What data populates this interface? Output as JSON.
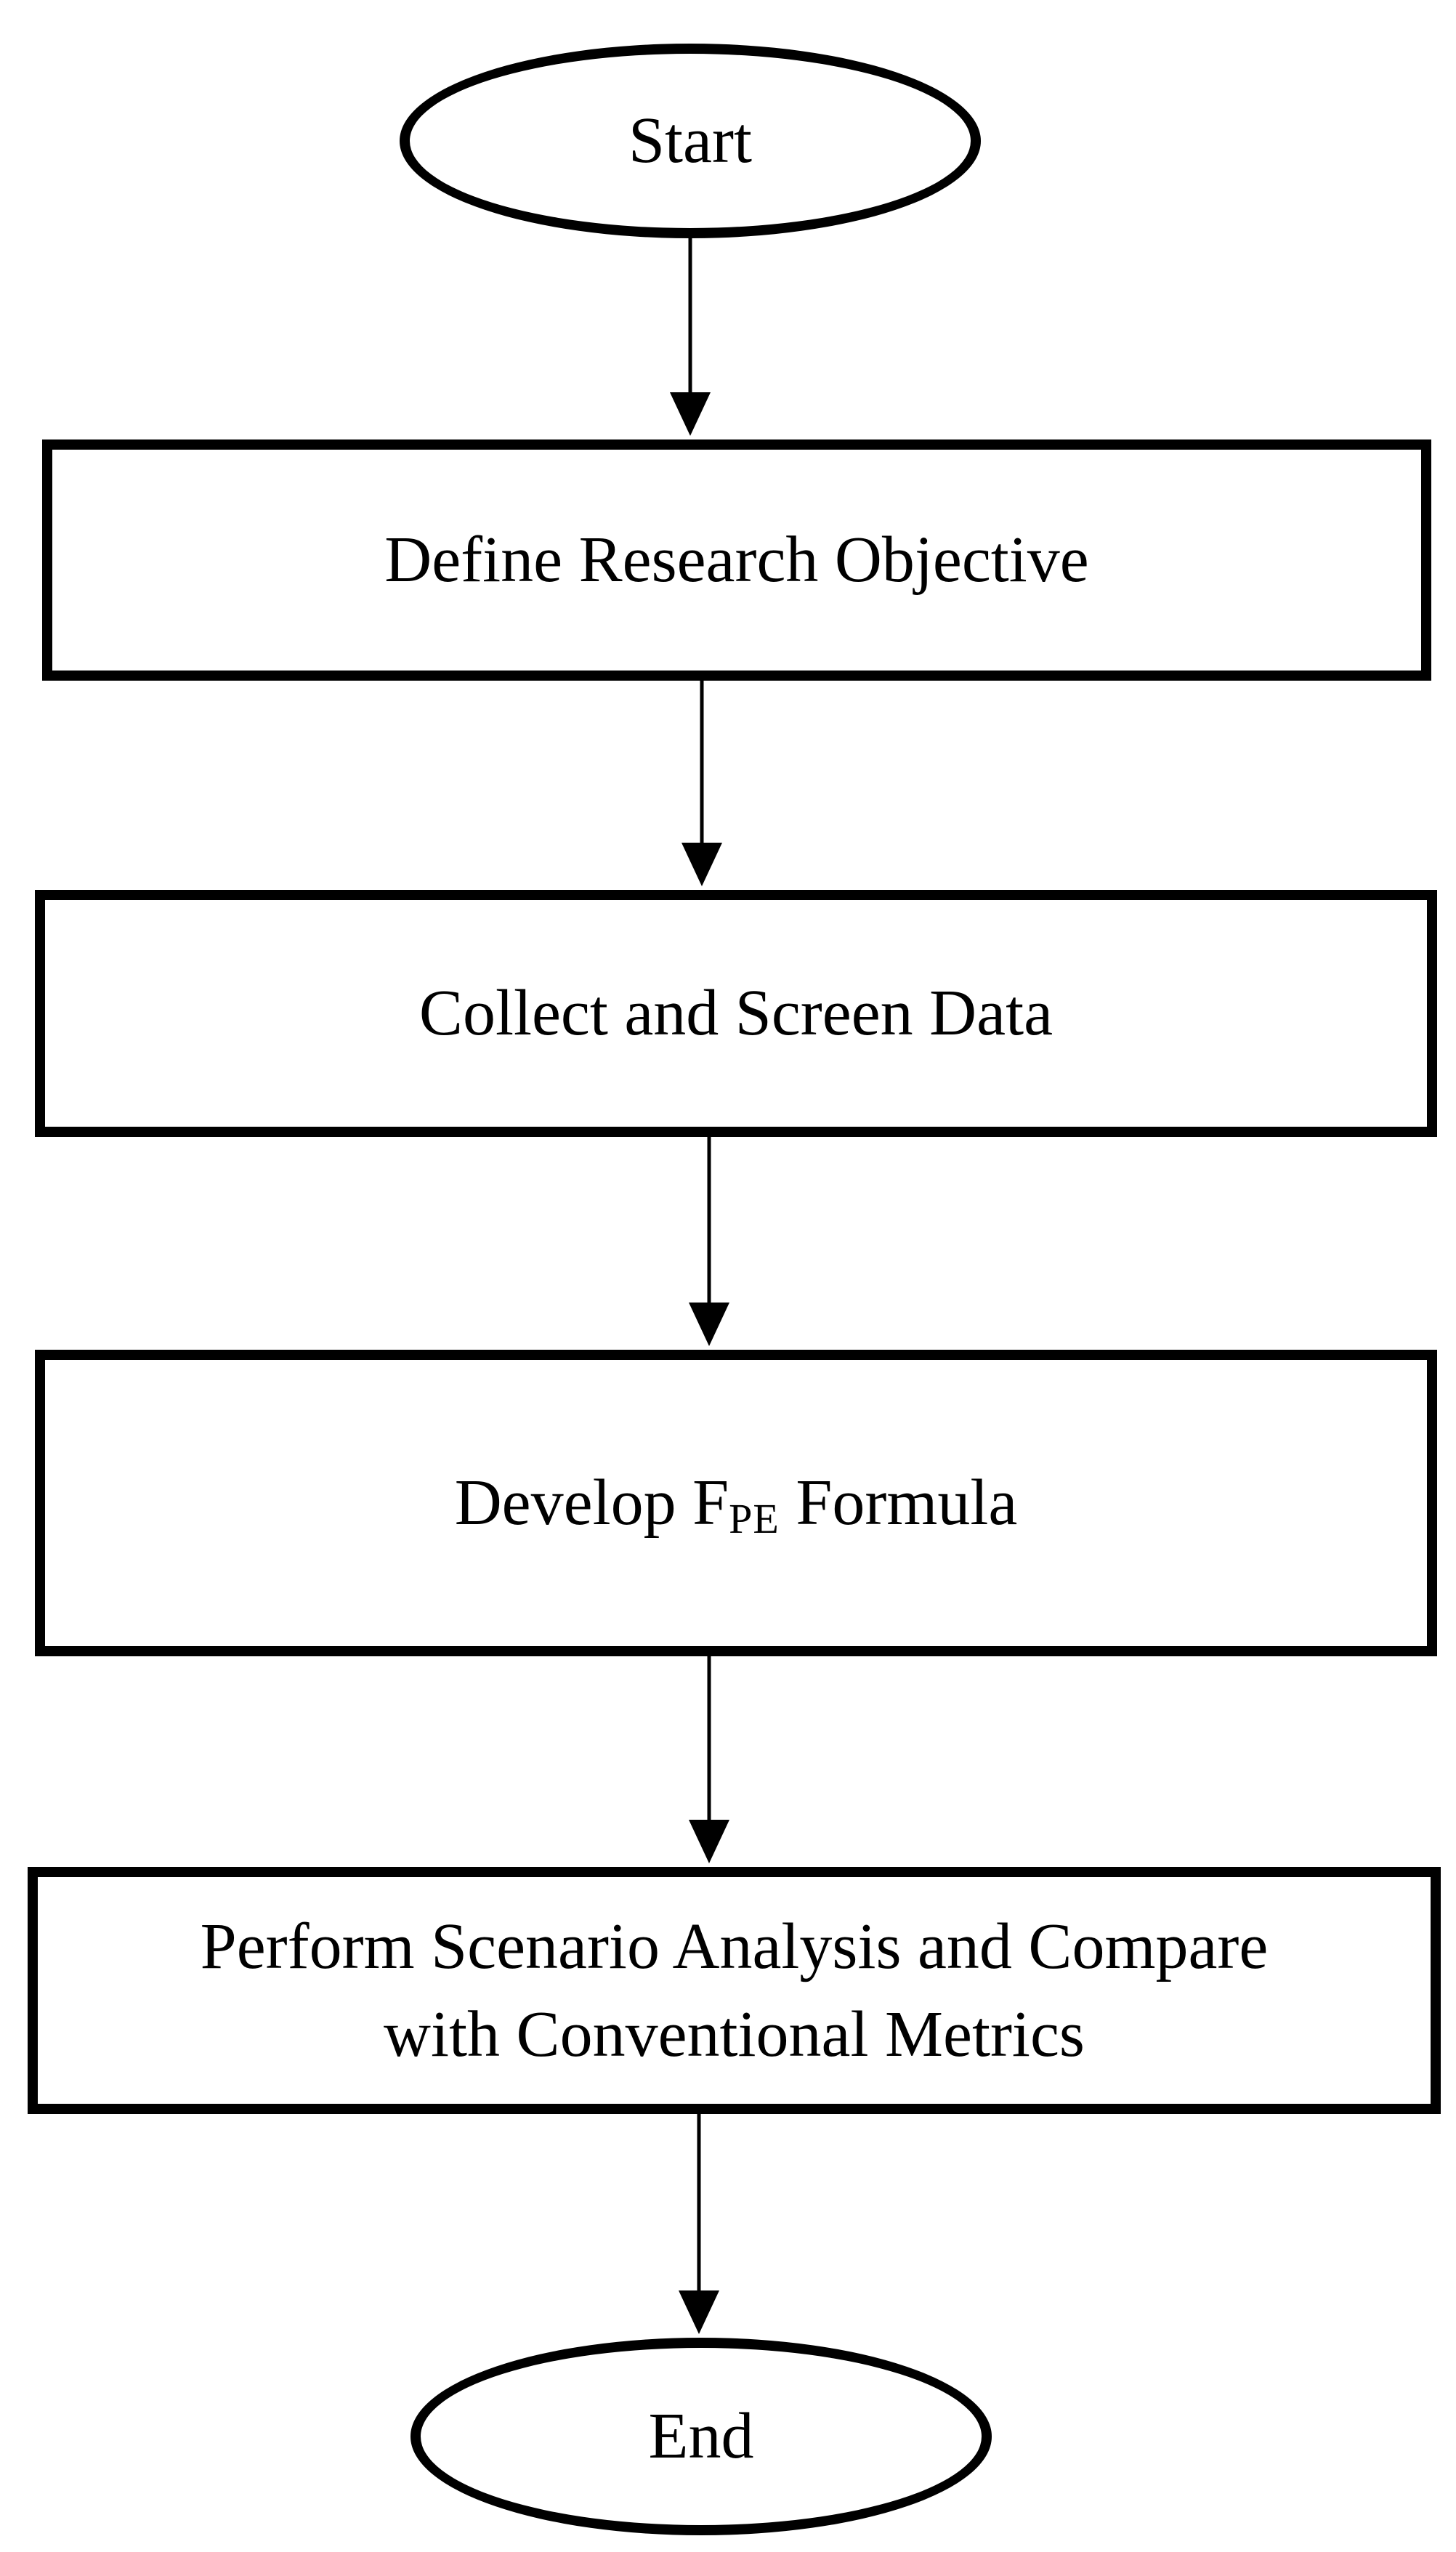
{
  "diagram": {
    "type": "flowchart",
    "nodes": [
      {
        "id": "start",
        "shape": "terminal",
        "label": "Start"
      },
      {
        "id": "define",
        "shape": "process",
        "label": "Define Research Objective"
      },
      {
        "id": "collect",
        "shape": "process",
        "label": "Collect and Screen Data"
      },
      {
        "id": "develop",
        "shape": "process",
        "label_prefix": "Develop F",
        "label_subscript": "PE",
        "label_suffix": " Formula"
      },
      {
        "id": "perform",
        "shape": "process",
        "label_line1": "Perform Scenario Analysis and Compare",
        "label_line2": "with Conventional Metrics"
      },
      {
        "id": "end",
        "shape": "terminal",
        "label": "End"
      }
    ],
    "edges": [
      {
        "from": "start",
        "to": "define"
      },
      {
        "from": "define",
        "to": "collect"
      },
      {
        "from": "collect",
        "to": "develop"
      },
      {
        "from": "develop",
        "to": "perform"
      },
      {
        "from": "perform",
        "to": "end"
      }
    ],
    "colors": {
      "stroke": "#000000",
      "fill": "#ffffff",
      "text": "#000000"
    }
  }
}
